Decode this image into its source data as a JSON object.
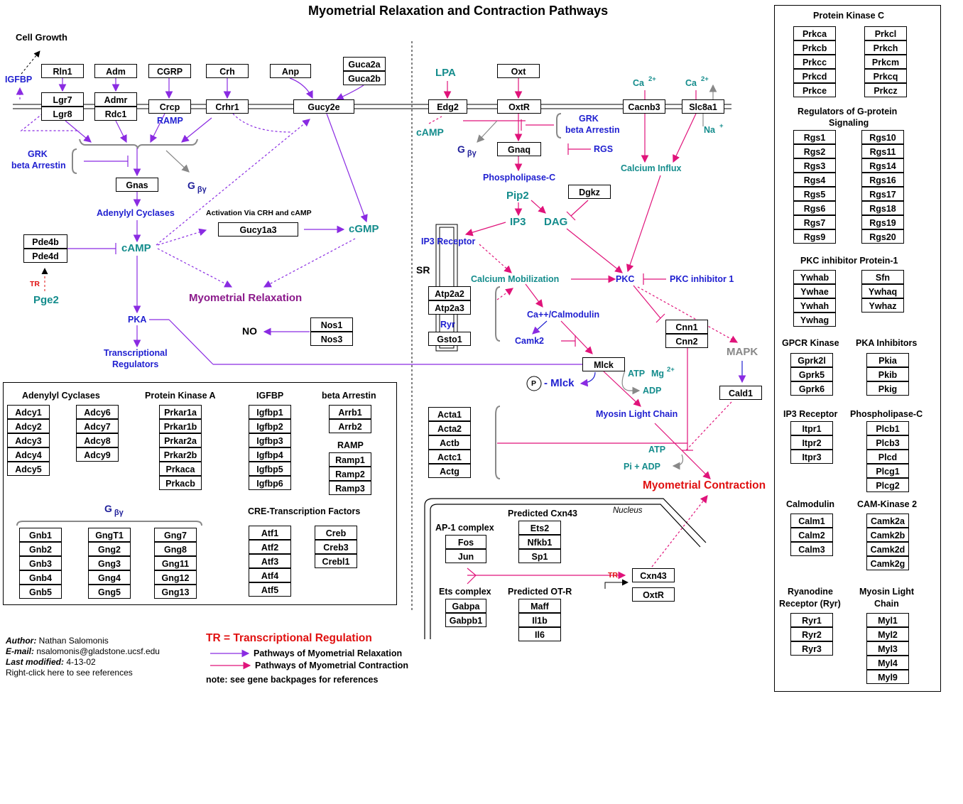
{
  "title": "Myometrial Relaxation and Contraction Pathways",
  "relaxation_side": {
    "cell_growth": "Cell Growth",
    "igfbp": "IGFBP",
    "ligands": [
      "Rln1",
      "Adm",
      "CGRP",
      "Crh",
      "Anp"
    ],
    "guca": [
      "Guca2a",
      "Guca2b"
    ],
    "receptors": {
      "lgr7": "Lgr7",
      "lgr8": "Lgr8",
      "admr": "Admr",
      "rdc1": "Rdc1",
      "crcp": "Crcp",
      "crhr1": "Crhr1",
      "gucy2e": "Gucy2e"
    },
    "ramp": "RAMP",
    "grk": "GRK",
    "beta_arrestin": "beta Arrestin",
    "g_beta": "G",
    "g_gamma_sub": "βγ",
    "gnas": "Gnas",
    "adenylyl_cyclases": "Adenylyl Cyclases",
    "activation_note": "Activation Via CRH and cAMP",
    "gucy1a3": "Gucy1a3",
    "cgmp": "cGMP",
    "camp": "cAMP",
    "pde": [
      "Pde4b",
      "Pde4d"
    ],
    "tr": "TR",
    "pge2": "Pge2",
    "myometrial_relaxation": "Myometrial Relaxation",
    "pka": "PKA",
    "no": "NO",
    "nos": [
      "Nos1",
      "Nos3"
    ],
    "transcriptional_regulators": [
      "Transcriptional",
      "Regulators"
    ]
  },
  "contraction_side": {
    "lpa": "LPA",
    "oxt": "Oxt",
    "edg2": "Edg2",
    "oxtr": "OxtR",
    "camp": "cAMP",
    "grk": "GRK",
    "beta_arrestin": "beta Arrestin",
    "g_beta": "G",
    "g_gamma_sub": "βγ",
    "gnaq": "Gnaq",
    "rgs": "RGS",
    "phospholipase_c": "Phospholipase-C",
    "pip2": "Pip2",
    "dgkz": "Dgkz",
    "ip3": "IP3",
    "dag": "DAG",
    "ip3_receptor": "IP3 Receptor",
    "sr": "SR",
    "atp2a": [
      "Atp2a2",
      "Atp2a3"
    ],
    "ryr": "Ryr",
    "gsto1": "Gsto1",
    "calcium_mobilization": "Calcium Mobilization",
    "pkc": "PKC",
    "pkc_inhibitor": "PKC inhibitor 1",
    "ca_calmodulin": "Ca++/Calmodulin",
    "camk2": "Camk2",
    "mlck": "Mlck",
    "p": "P",
    "p_mlck": "- Mlck",
    "atp": "ATP",
    "mg": "Mg",
    "mg_sup": "2+",
    "adp": "ADP",
    "myosin_light_chain": "Myosin Light Chain",
    "cnn": [
      "Cnn1",
      "Cnn2"
    ],
    "mapk": "MAPK",
    "cald1": "Cald1",
    "actins": [
      "Acta1",
      "Acta2",
      "Actb",
      "Actc1",
      "Actg"
    ],
    "atp2": "ATP",
    "pi_adp": "Pi + ADP",
    "myometrial_contraction": "Myometrial Contraction",
    "cacnb3": "Cacnb3",
    "slc8a1": "Slc8a1",
    "ca": "Ca",
    "ca_sup": "2+",
    "na": "Na",
    "na_sup": "+",
    "calcium_influx": "Calcium Influx",
    "nucleus": "Nucleus",
    "ap1_complex": "AP-1 complex",
    "ap1_genes": [
      "Fos",
      "Jun"
    ],
    "predicted_cxn43": "Predicted Cxn43",
    "cxn43_genes": [
      "Ets2",
      "Nfkb1",
      "Sp1"
    ],
    "ets_complex": "Ets complex",
    "ets_genes": [
      "Gabpa",
      "Gabpb1"
    ],
    "predicted_otr": "Predicted OT-R",
    "otr_genes": [
      "Maff",
      "Il1b",
      "Il6"
    ],
    "tr": "TR",
    "cxn43": "Cxn43",
    "oxtr2": "OxtR"
  },
  "bottom_panel": {
    "adenylyl_cyclases": {
      "title": "Adenylyl  Cyclases",
      "col1": [
        "Adcy1",
        "Adcy2",
        "Adcy3",
        "Adcy4",
        "Adcy5"
      ],
      "col2": [
        "Adcy6",
        "Adcy7",
        "Adcy8",
        "Adcy9"
      ]
    },
    "protein_kinase_a": {
      "title": "Protein Kinase A",
      "items": [
        "Prkar1a",
        "Prkar1b",
        "Prkar2a",
        "Prkar2b",
        "Prkaca",
        "Prkacb"
      ]
    },
    "igfbp": {
      "title": "IGFBP",
      "items": [
        "Igfbp1",
        "Igfbp2",
        "Igfbp3",
        "Igfbp4",
        "Igfbp5",
        "Igfbp6"
      ]
    },
    "beta_arrestin": {
      "title": "beta Arrestin",
      "items": [
        "Arrb1",
        "Arrb2"
      ]
    },
    "ramp": {
      "title": "RAMP",
      "items": [
        "Ramp1",
        "Ramp2",
        "Ramp3"
      ]
    },
    "g_beta_gamma": {
      "title": "G",
      "sub": "βγ",
      "col1": [
        "Gnb1",
        "Gnb2",
        "Gnb3",
        "Gnb4",
        "Gnb5"
      ],
      "col2": [
        "GngT1",
        "Gng2",
        "Gng3",
        "Gng4",
        "Gng5"
      ],
      "col3": [
        "Gng7",
        "Gng8",
        "Gng11",
        "Gng12",
        "Gng13"
      ]
    },
    "cre": {
      "title": "CRE-Transcription Factors",
      "col1": [
        "Atf1",
        "Atf2",
        "Atf3",
        "Atf4",
        "Atf5"
      ],
      "col2": [
        "Creb",
        "Creb3",
        "Crebl1"
      ]
    }
  },
  "right_panel": {
    "pkc": {
      "title": "Protein Kinase C",
      "col1": [
        "Prkca",
        "Prkcb",
        "Prkcc",
        "Prkcd",
        "Prkce"
      ],
      "col2": [
        "Prkcl",
        "Prkch",
        "Prkcm",
        "Prkcq",
        "Prkcz"
      ]
    },
    "rgs": {
      "title": [
        "Regulators of G-protein",
        "Signaling"
      ],
      "col1": [
        "Rgs1",
        "Rgs2",
        "Rgs3",
        "Rgs4",
        "Rgs5",
        "Rgs6",
        "Rgs7",
        "Rgs9"
      ],
      "col2": [
        "Rgs10",
        "Rgs11",
        "Rgs14",
        "Rgs16",
        "Rgs17",
        "Rgs18",
        "Rgs19",
        "Rgs20"
      ]
    },
    "pkc_inhibitor": {
      "title": "PKC inhibitor Protein-1",
      "col1": [
        "Ywhab",
        "Ywhae",
        "Ywhah",
        "Ywhag"
      ],
      "col2": [
        "Sfn",
        "Ywhaq",
        "Ywhaz"
      ]
    },
    "gpcr_kinase": {
      "title": "GPCR Kinase",
      "items": [
        "Gprk2l",
        "Gprk5",
        "Gprk6"
      ]
    },
    "pka_inhibitors": {
      "title": "PKA Inhibitors",
      "items": [
        "Pkia",
        "Pkib",
        "Pkig"
      ]
    },
    "ip3_receptor": {
      "title": "IP3 Receptor",
      "items": [
        "Itpr1",
        "Itpr2",
        "Itpr3"
      ]
    },
    "phospholipase_c": {
      "title": "Phospholipase-C",
      "items": [
        "Plcb1",
        "Plcb3",
        "Plcd",
        "Plcg1",
        "Plcg2"
      ]
    },
    "calmodulin": {
      "title": "Calmodulin",
      "items": [
        "Calm1",
        "Calm2",
        "Calm3"
      ]
    },
    "cam_kinase": {
      "title": "CAM-Kinase 2",
      "items": [
        "Camk2a",
        "Camk2b",
        "Camk2d",
        "Camk2g"
      ]
    },
    "ryanodine": {
      "title": [
        "Ryanodine",
        "Receptor (Ryr)"
      ],
      "items": [
        "Ryr1",
        "Ryr2",
        "Ryr3"
      ]
    },
    "myosin_lc": {
      "title": [
        "Myosin Light",
        "Chain"
      ],
      "items": [
        "Myl1",
        "Myl2",
        "Myl3",
        "Myl4",
        "Myl9"
      ]
    }
  },
  "footer": {
    "author_label": "Author:",
    "author": "Nathan Salomonis",
    "email_label": "E-mail:",
    "email": "nsalomonis@gladstone.ucsf.edu",
    "modified_label": "Last modified:",
    "modified": "4-13-02",
    "references": "Right-click here to see references",
    "tr_legend": "TR = Transcriptional Regulation",
    "legend_relax": "Pathways of Myometrial Relaxation",
    "legend_contract": "Pathways of Myometrial Contraction",
    "note": "note: see gene backpages for references"
  },
  "colors": {
    "relaxation": "#8a2be2",
    "contraction": "#e0137a",
    "teal": "#148c8c",
    "blue": "#1f1fd0",
    "red": "#e01010"
  }
}
